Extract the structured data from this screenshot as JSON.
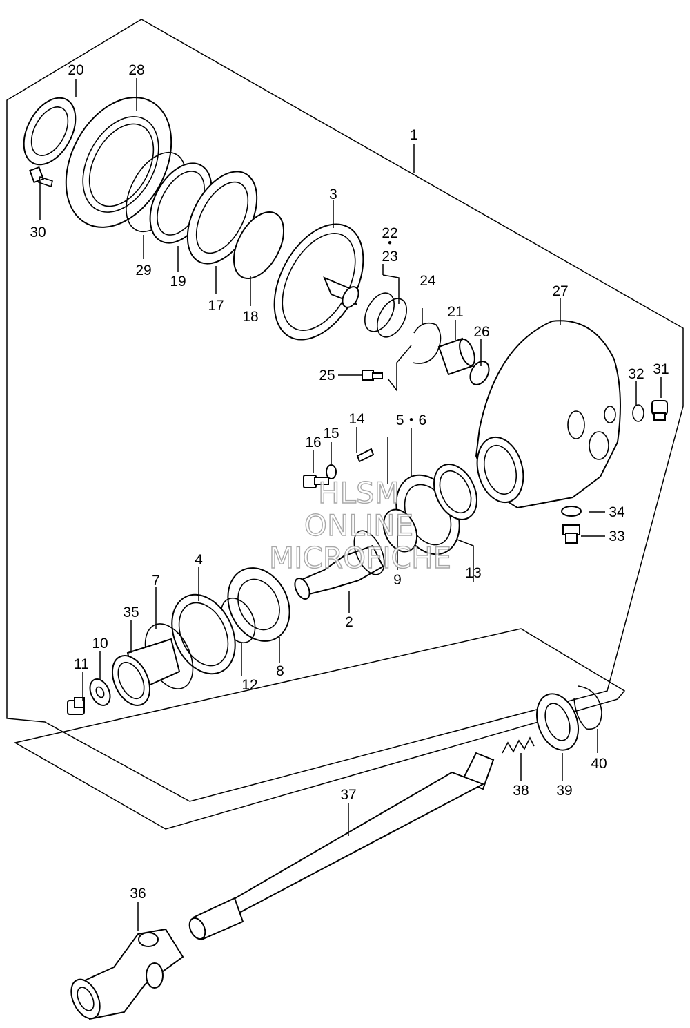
{
  "watermark": {
    "line1": "HLSM",
    "line2": "ONLINE",
    "line3": "MICROFICHE"
  },
  "callouts": [
    {
      "id": "c1",
      "text": "1"
    },
    {
      "id": "c2",
      "text": "2"
    },
    {
      "id": "c3",
      "text": "3"
    },
    {
      "id": "c4",
      "text": "4"
    },
    {
      "id": "c56",
      "text": "5・6"
    },
    {
      "id": "c7",
      "text": "7"
    },
    {
      "id": "c8",
      "text": "8"
    },
    {
      "id": "c9",
      "text": "9"
    },
    {
      "id": "c10",
      "text": "10"
    },
    {
      "id": "c11",
      "text": "11"
    },
    {
      "id": "c12",
      "text": "12"
    },
    {
      "id": "c13",
      "text": "13"
    },
    {
      "id": "c14",
      "text": "14"
    },
    {
      "id": "c15",
      "text": "15"
    },
    {
      "id": "c16",
      "text": "16"
    },
    {
      "id": "c17",
      "text": "17"
    },
    {
      "id": "c18",
      "text": "18"
    },
    {
      "id": "c19",
      "text": "19"
    },
    {
      "id": "c20",
      "text": "20"
    },
    {
      "id": "c21",
      "text": "21"
    },
    {
      "id": "c22",
      "text": "22"
    },
    {
      "id": "c22dot",
      "text": "・"
    },
    {
      "id": "c23",
      "text": "23"
    },
    {
      "id": "c24",
      "text": "24"
    },
    {
      "id": "c25",
      "text": "25"
    },
    {
      "id": "c26",
      "text": "26"
    },
    {
      "id": "c27",
      "text": "27"
    },
    {
      "id": "c28",
      "text": "28"
    },
    {
      "id": "c29",
      "text": "29"
    },
    {
      "id": "c30",
      "text": "30"
    },
    {
      "id": "c31",
      "text": "31"
    },
    {
      "id": "c32",
      "text": "32"
    },
    {
      "id": "c33",
      "text": "33"
    },
    {
      "id": "c34",
      "text": "34"
    },
    {
      "id": "c35",
      "text": "35"
    },
    {
      "id": "c36",
      "text": "36"
    },
    {
      "id": "c37",
      "text": "37"
    },
    {
      "id": "c38",
      "text": "38"
    },
    {
      "id": "c39",
      "text": "39"
    },
    {
      "id": "c40",
      "text": "40"
    }
  ]
}
